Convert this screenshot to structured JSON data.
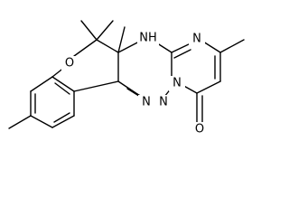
{
  "atoms": {
    "O1": "O",
    "NH": "NH",
    "N_top": "N",
    "N_ring": "N",
    "N_a": "N",
    "N_b": "N",
    "O2": "O"
  },
  "colors": {
    "bond": "#000000",
    "background": "#ffffff"
  }
}
